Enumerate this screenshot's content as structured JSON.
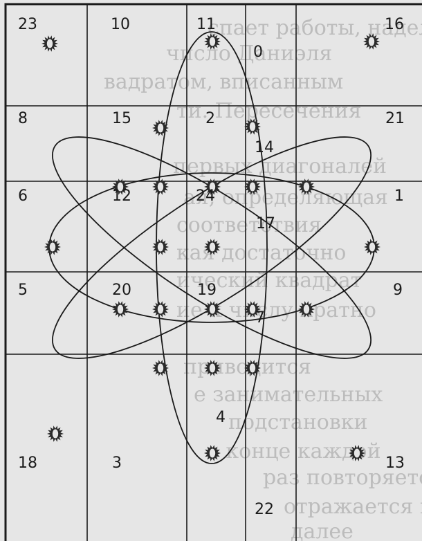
{
  "cell_numbers": [
    "23",
    "10",
    "11",
    "0",
    "16",
    "8",
    "15",
    "2",
    "14",
    "21",
    "6",
    "12",
    "24",
    "17",
    "1",
    "5",
    "20",
    "19",
    "7",
    "9",
    "4",
    "18",
    "3",
    "22",
    "13"
  ],
  "background_lines": [
    "спает работы, наделен",
    "число Даниэля",
    "вадратом, вписанным",
    "ти. Пересечения",
    "первых диагоналей",
    "ая, определяющая",
    "соответствия",
    "кая достаточно",
    "ический квадрат",
    "ие к числу кратно",
    "приводится",
    "е занимательных",
    "подстановки",
    "в конце каждой",
    "раз повторяется",
    "отражается в его",
    "далее"
  ],
  "colors": {
    "ink": "#1a1a1a",
    "paper": "#e6e6e6",
    "marker": "#2a2a2a"
  },
  "marker_icon": "sun-gear-icon"
}
